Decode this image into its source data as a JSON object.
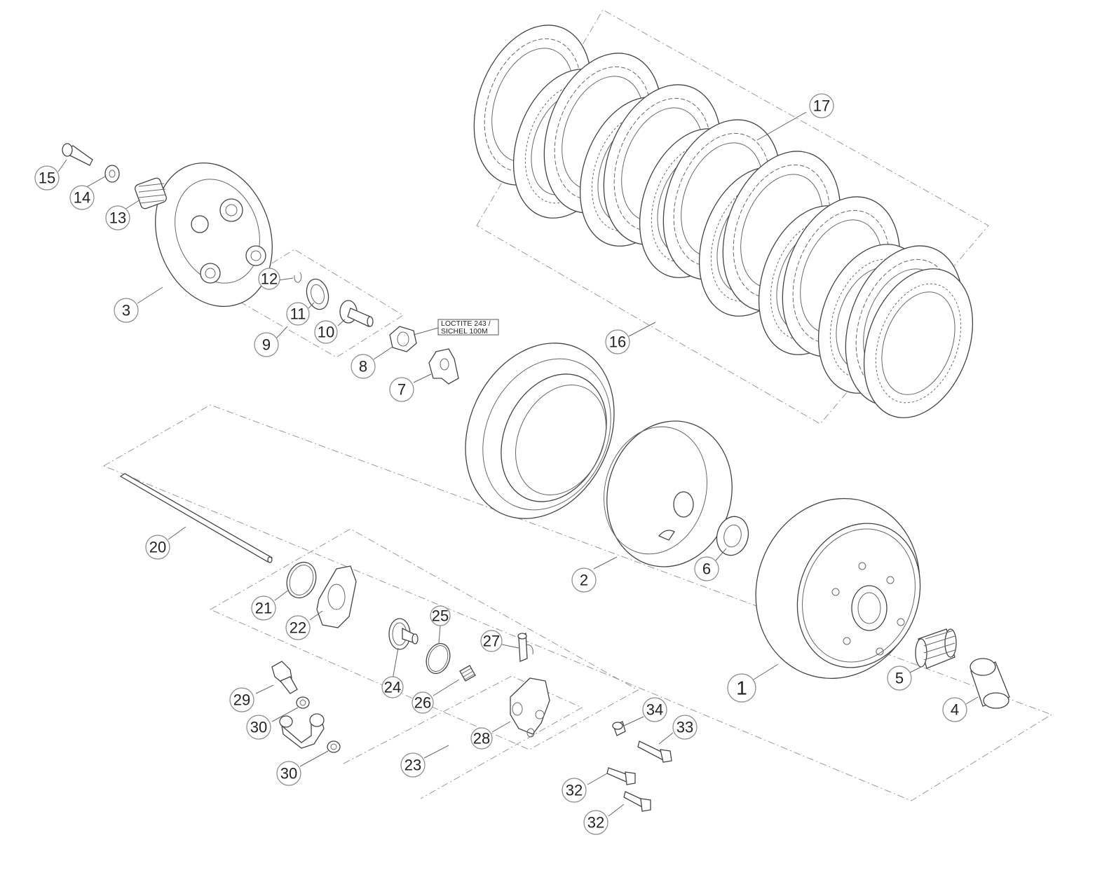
{
  "note": {
    "line1": "LOCTITE 243 /",
    "line2": "SICHEL 100M"
  },
  "callouts": [
    {
      "key": "p1",
      "label": "1"
    },
    {
      "key": "p2",
      "label": "2"
    },
    {
      "key": "p3",
      "label": "3"
    },
    {
      "key": "p4",
      "label": "4"
    },
    {
      "key": "p5",
      "label": "5"
    },
    {
      "key": "p6",
      "label": "6"
    },
    {
      "key": "p7",
      "label": "7"
    },
    {
      "key": "p8",
      "label": "8"
    },
    {
      "key": "p9",
      "label": "9"
    },
    {
      "key": "p10",
      "label": "10"
    },
    {
      "key": "p11",
      "label": "11"
    },
    {
      "key": "p12",
      "label": "12"
    },
    {
      "key": "p13",
      "label": "13"
    },
    {
      "key": "p14",
      "label": "14"
    },
    {
      "key": "p15",
      "label": "15"
    },
    {
      "key": "p16",
      "label": "16"
    },
    {
      "key": "p17",
      "label": "17"
    },
    {
      "key": "p20",
      "label": "20"
    },
    {
      "key": "p21",
      "label": "21"
    },
    {
      "key": "p22",
      "label": "22"
    },
    {
      "key": "p23",
      "label": "23"
    },
    {
      "key": "p24",
      "label": "24"
    },
    {
      "key": "p25",
      "label": "25"
    },
    {
      "key": "p26",
      "label": "26"
    },
    {
      "key": "p27",
      "label": "27"
    },
    {
      "key": "p28",
      "label": "28"
    },
    {
      "key": "p29",
      "label": "29"
    },
    {
      "key": "p30a",
      "label": "30"
    },
    {
      "key": "p30b",
      "label": "30"
    },
    {
      "key": "p32a",
      "label": "32"
    },
    {
      "key": "p32b",
      "label": "32"
    },
    {
      "key": "p33",
      "label": "33"
    },
    {
      "key": "p34",
      "label": "34"
    }
  ]
}
